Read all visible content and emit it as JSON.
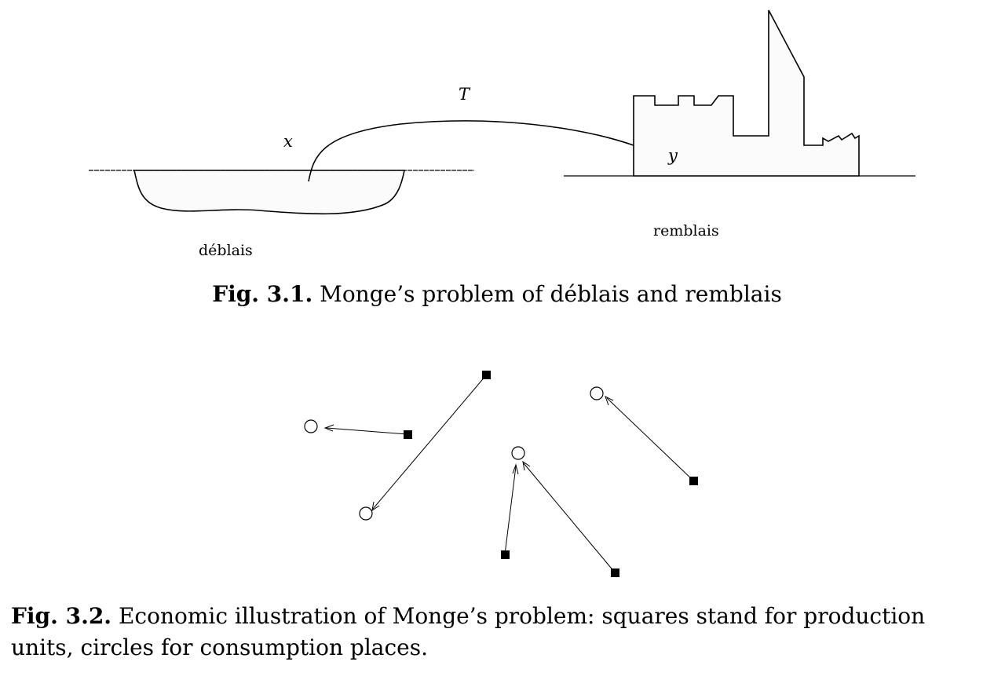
{
  "figure1": {
    "labels": {
      "map": "T",
      "point_x": "x",
      "point_y": "y",
      "deblais": "déblais",
      "remblais": "remblais"
    },
    "caption": {
      "number": "Fig. 3.1.",
      "text": "Monge’s problem of déblais and remblais"
    }
  },
  "figure2": {
    "caption": {
      "number": "Fig. 3.2.",
      "line1": "Economic illustration of Monge’s problem: squares stand for production",
      "line2": "units, circles for consumption places."
    }
  }
}
